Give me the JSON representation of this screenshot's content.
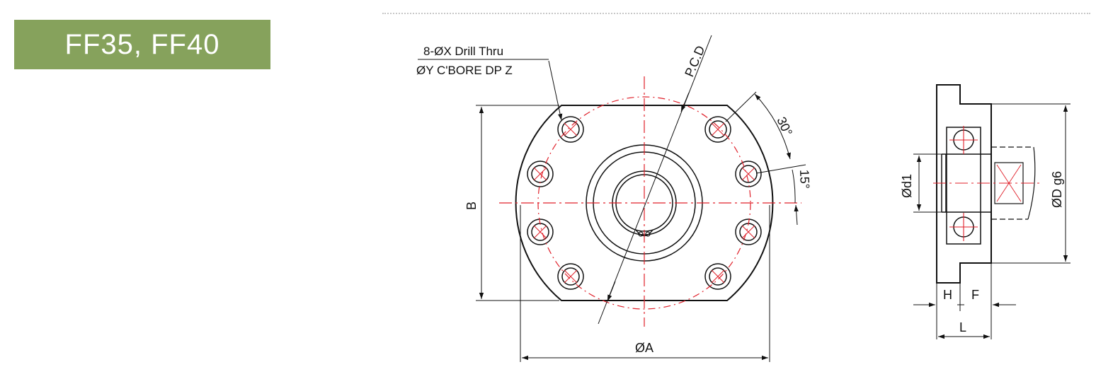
{
  "header": {
    "model_label": "FF35, FF40",
    "badge_color": "#86a25c"
  },
  "front_view": {
    "hole_note_line1": "8-ØX Drill Thru",
    "hole_note_line2": "ØY C'BORE DP Z",
    "pcd_label": "P.C.D",
    "angle_label_1": "30°",
    "angle_label_2": "15°",
    "height_label": "B",
    "width_label": "ØA"
  },
  "side_view": {
    "inner_dia_label": "Ød1",
    "outer_dia_label": "ØD g6",
    "h_label": "H",
    "f_label": "F",
    "l_label": "L"
  },
  "colors": {
    "outline": "#111111",
    "centerline": "#e0202a",
    "rule": "#c8c8c8"
  }
}
